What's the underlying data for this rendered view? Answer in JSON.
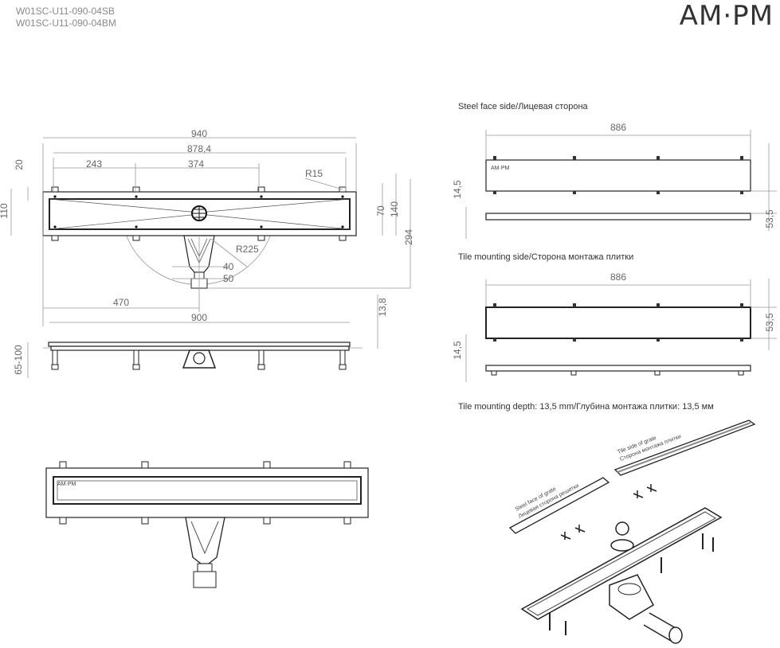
{
  "header": {
    "model_codes": [
      "W01SC-U11-090-04SB",
      "W01SC-U11-090-04BM"
    ],
    "logo": "AM·PM"
  },
  "left_drawing": {
    "dims": {
      "overall_length": "940",
      "inner_length": "878,4",
      "foot_spacing_1": "243",
      "foot_spacing_2": "374",
      "corner_radius": "R15",
      "top_margin": "20",
      "body_width": "110",
      "channel_width": "70",
      "foot_width": "140",
      "total_depth": "294",
      "swing_radius": "R225",
      "outlet_inner": "40",
      "outlet_outer": "50",
      "outlet_offset": "470",
      "channel_length": "900",
      "frame_height": "13,8",
      "adjust_height": "65-100"
    }
  },
  "right_drawing": {
    "steel_face_title": "Steel face side/Лицевая сторона",
    "steel_length": "886",
    "steel_thickness": "14,5",
    "steel_width": "53,5",
    "tile_side_title": "Tile mounting side/Сторона монтажа плитки",
    "tile_length": "886",
    "tile_width": "53,5",
    "tile_thickness": "14,5",
    "mounting_depth": "Tile mounting depth: 13,5 mm/Глубина монтажа плитки: 13,5 мм",
    "iso_labels": {
      "tile_side_en": "Tile side of grate",
      "tile_side_ru": "Сторона монтажа плитки",
      "steel_face_en": "Steel face of grate",
      "steel_face_ru": "Лицевая сторона решетки"
    }
  }
}
